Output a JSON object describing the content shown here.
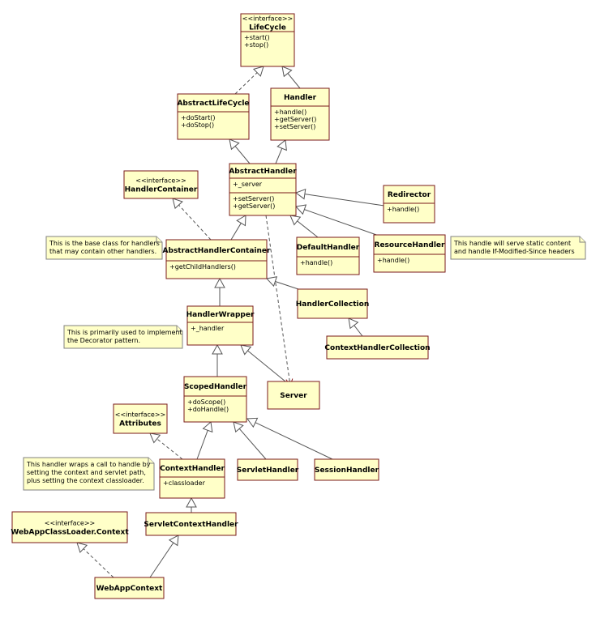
{
  "classes": {
    "lifecycle": {
      "stereotype": "<<interface>>",
      "name": "LifeCycle",
      "methods": [
        "+start()",
        "+stop()"
      ]
    },
    "abstract_lifecycle": {
      "name": "AbstractLifeCycle",
      "methods": [
        "+doStart()",
        "+doStop()"
      ]
    },
    "handler": {
      "name": "Handler",
      "methods": [
        "+handle()",
        "+getServer()",
        "+setServer()"
      ]
    },
    "abstract_handler": {
      "name": "AbstractHandler",
      "fields": [
        "+_server"
      ],
      "methods": [
        "+setServer()",
        "+getServer()"
      ]
    },
    "handler_container": {
      "stereotype": "<<interface>>",
      "name": "HandlerContainer"
    },
    "redirector": {
      "name": "Redirector",
      "methods": [
        "+handle()"
      ]
    },
    "default_handler": {
      "name": "DefaultHandler",
      "methods": [
        "+handle()"
      ]
    },
    "resource_handler": {
      "name": "ResourceHandler",
      "methods": [
        "+handle()"
      ]
    },
    "abstract_handler_container": {
      "name": "AbstractHandlerContainer",
      "methods": [
        "+getChildHandlers()"
      ]
    },
    "handler_collection": {
      "name": "HandlerCollection"
    },
    "context_handler_collection": {
      "name": "ContextHandlerCollection"
    },
    "handler_wrapper": {
      "name": "HandlerWrapper",
      "fields": [
        "+_handler"
      ]
    },
    "server": {
      "name": "Server"
    },
    "scoped_handler": {
      "name": "ScopedHandler",
      "methods": [
        "+doScope()",
        "+doHandle()"
      ]
    },
    "attributes": {
      "stereotype": "<<interface>>",
      "name": "Attributes"
    },
    "context_handler": {
      "name": "ContextHandler",
      "fields": [
        "+classloader"
      ]
    },
    "servlet_handler": {
      "name": "ServletHandler"
    },
    "session_handler": {
      "name": "SessionHandler"
    },
    "webapp_classloader_context": {
      "stereotype": "<<interface>>",
      "name": "WebAppClassLoader.Context"
    },
    "servlet_context_handler": {
      "name": "ServletContextHandler"
    },
    "webapp_context": {
      "name": "WebAppContext"
    }
  },
  "notes": {
    "base_class": [
      "This is the base class for handlers",
      "that may contain other handlers."
    ],
    "static_content": [
      "This handle will serve static content",
      "and handle If-Modified-Since headers"
    ],
    "decorator": [
      "This is primarily used to implement",
      "the Decorator pattern."
    ],
    "context_wrap": [
      "This handler wraps a call to handle by",
      "setting the context and servlet path,",
      "plus setting the context classloader."
    ]
  },
  "colors": {
    "box_fill": "#ffffc8",
    "box_border": "#7a1a1a",
    "edge": "#555555"
  }
}
